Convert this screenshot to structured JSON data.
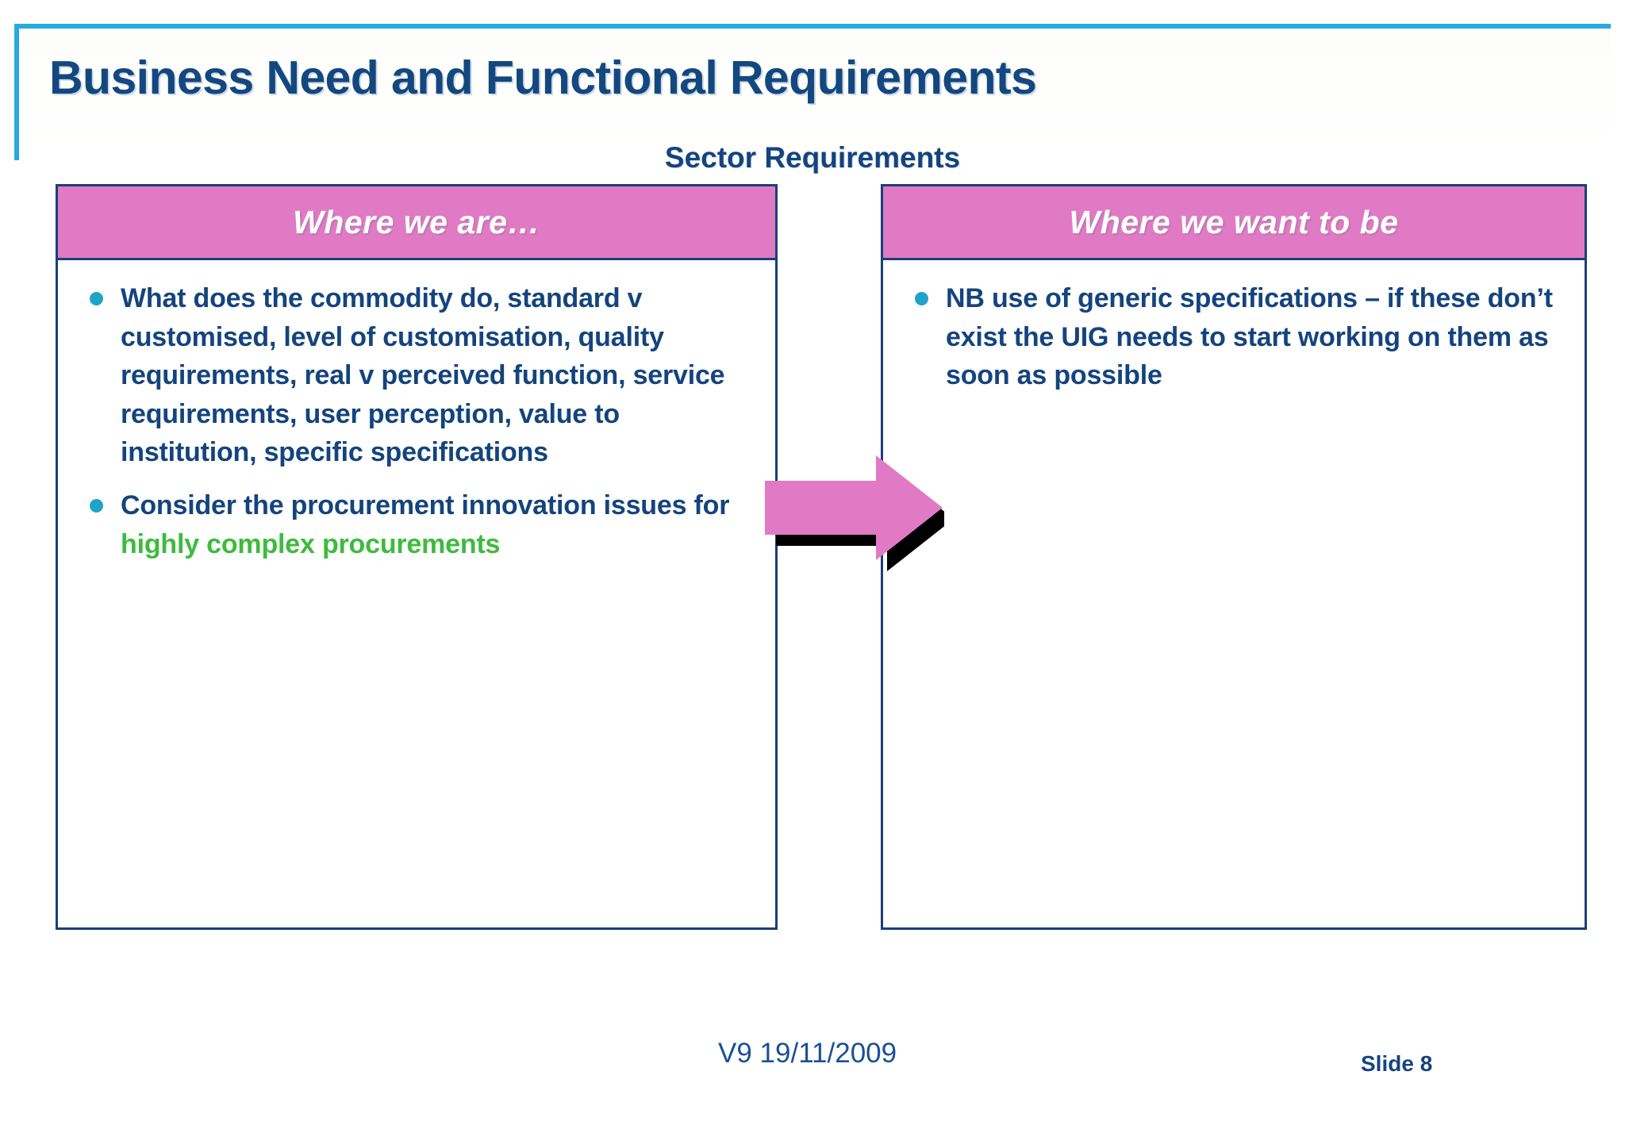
{
  "slide": {
    "title": "Business Need and Functional Requirements",
    "subheading": "Sector Requirements",
    "version_label": "V9 19/11/2009",
    "slide_number": "Slide 8"
  },
  "colors": {
    "title_blue": "#13487F",
    "body_blue": "#14447E",
    "accent_cyan": "#27AAE1",
    "header_pink": "#E07AC5",
    "bullet_cyan": "#1FA3C9",
    "highlight_green": "#3DBB3E",
    "panel_border": "#1B3F78",
    "shadow_black": "#000000"
  },
  "panels": [
    {
      "id": "where-we-are",
      "header": "Where we are…",
      "bullets": [
        {
          "segments": [
            {
              "text": "What does the commodity do, standard v customised, level of customisation, quality requirements, real v perceived function, service requirements, user perception, value to institution, specific specifications",
              "style": "normal"
            }
          ]
        },
        {
          "segments": [
            {
              "text": "Consider the procurement innovation issues for ",
              "style": "normal"
            },
            {
              "text": "highly complex procurements",
              "style": "green"
            }
          ]
        }
      ]
    },
    {
      "id": "where-we-want-to-be",
      "header": "Where we want to be",
      "bullets": [
        {
          "segments": [
            {
              "text": "NB use of generic specifications – if these don’t exist the UIG needs to start working on them as soon as possible",
              "style": "normal"
            }
          ]
        }
      ]
    }
  ],
  "arrow": {
    "name": "right-arrow",
    "fill": "#E07AC5",
    "shadow": "#000000",
    "direction": "right"
  }
}
